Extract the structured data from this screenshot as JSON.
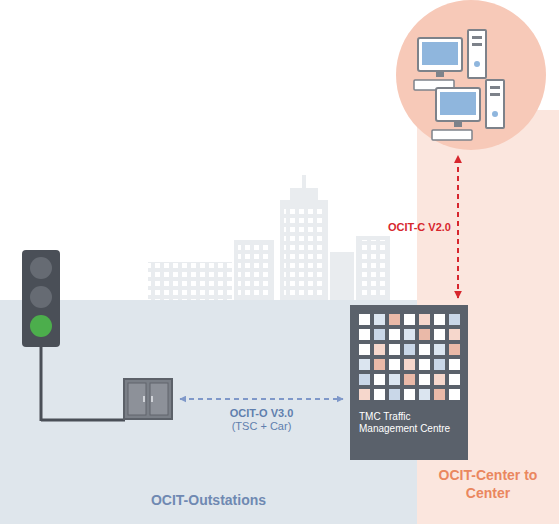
{
  "diagram": {
    "nodes": [
      {
        "text": []
      },
      {
        "text": [
          "OCIT-Outstations"
        ]
      },
      {
        "text": [],
        "in": 1
      },
      {
        "text": [
          "TMC Traffic Management Centre"
        ]
      },
      {
        "text": [
          "OCIT-Center to Center"
        ]
      }
    ],
    "edges": [
      {
        "from": 2,
        "to": 3,
        "arrow": "both",
        "label": "OCIT-O V3.0"
      },
      {
        "from": 3,
        "to": 0,
        "arrow": "both",
        "label": "OCIT-C V2.0"
      }
    ],
    "labels": [
      "(TSC + Car)"
    ]
  }
}
